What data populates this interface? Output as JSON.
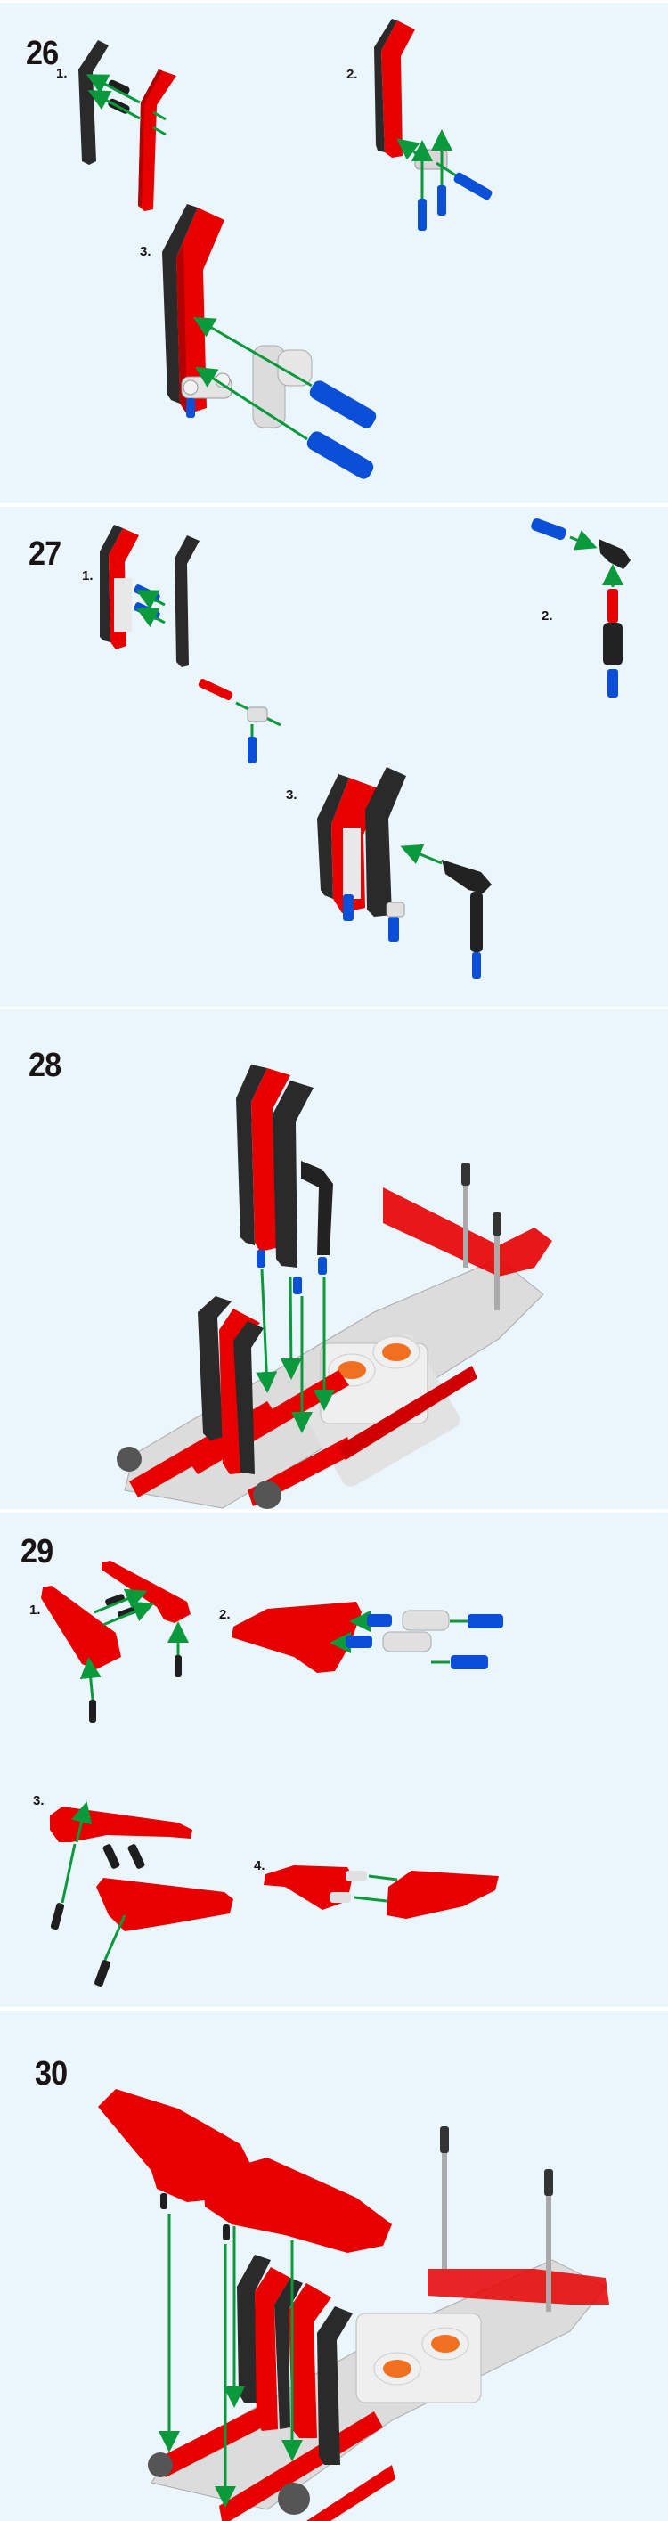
{
  "colors": {
    "background": "#eaf5fc",
    "separator": "#ffffff",
    "part_red": "#e60000",
    "part_black": "#2a2a2a",
    "part_blue": "#0a4fd6",
    "part_gray": "#d8d8d8",
    "arrow_green": "#0a9a3c"
  },
  "steps": [
    {
      "number": "26",
      "substeps": [
        "1.",
        "2.",
        "3."
      ]
    },
    {
      "number": "27",
      "substeps": [
        "1.",
        "2.",
        "3."
      ]
    },
    {
      "number": "28",
      "substeps": []
    },
    {
      "number": "29",
      "substeps": [
        "1.",
        "2.",
        "3.",
        "4."
      ]
    },
    {
      "number": "30",
      "substeps": []
    }
  ]
}
